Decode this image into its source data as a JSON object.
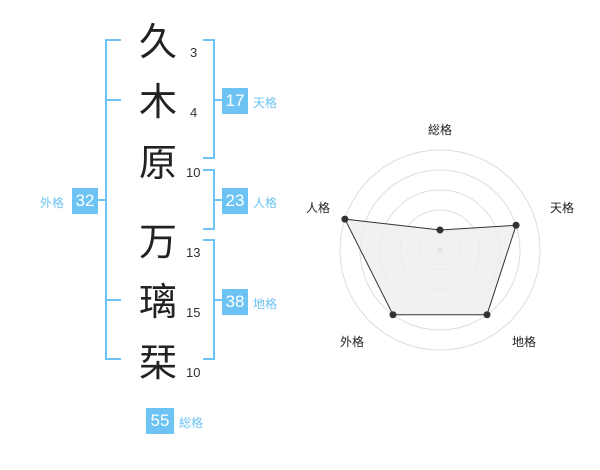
{
  "name": {
    "chars": [
      {
        "char": "久",
        "strokes": "3"
      },
      {
        "char": "木",
        "strokes": "4"
      },
      {
        "char": "原",
        "strokes": "10"
      },
      {
        "char": "万",
        "strokes": "13"
      },
      {
        "char": "璃",
        "strokes": "15"
      },
      {
        "char": "栞",
        "strokes": "10"
      }
    ]
  },
  "kakusu": {
    "tenkaku": {
      "value": "17",
      "label": "天格"
    },
    "jinkaku": {
      "value": "23",
      "label": "人格"
    },
    "chikaku": {
      "value": "38",
      "label": "地格"
    },
    "gaikaku": {
      "value": "32",
      "label": "外格"
    },
    "soukaku": {
      "value": "55",
      "label": "総格"
    }
  },
  "radar": {
    "axes": [
      "総格",
      "天格",
      "地格",
      "外格",
      "人格"
    ],
    "values": [
      1,
      4,
      4,
      4,
      5
    ],
    "max": 5,
    "fill_color": "#eeeeee",
    "line_color": "#333333",
    "grid_color": "#dddddd"
  },
  "colors": {
    "accent": "#6cc3f4"
  }
}
